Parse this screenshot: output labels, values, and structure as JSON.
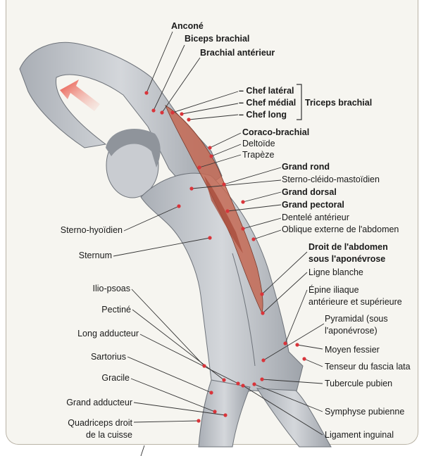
{
  "title_cut": "",
  "labels": {
    "ancone": "Anconé",
    "biceps": "Biceps brachial",
    "brachial_ant": "Brachial antérieur",
    "chef_lateral": "– Chef latéral",
    "chef_medial": "– Chef médial",
    "chef_long": "– Chef long",
    "triceps": "Triceps brachial",
    "coraco": "Coraco-brachial",
    "deltoide": "Deltoïde",
    "trapeze": "Trapèze",
    "grand_rond": "Grand rond",
    "sterno_cleido": "Sterno-cléido-mastoïdien",
    "grand_dorsal": "Grand dorsal",
    "grand_pectoral": "Grand pectoral",
    "dentele": "Dentelé antérieur",
    "oblique": "Oblique externe de l'abdomen",
    "droit_1": "Droit de l'abdomen",
    "droit_2": "sous l'aponévrose",
    "ligne_blanche": "Ligne blanche",
    "epine_1": "Épine iliaque",
    "epine_2": "antérieure et supérieure",
    "pyramidal_1": "Pyramidal (sous",
    "pyramidal_2": "l'aponévrose)",
    "moyen_fessier": "Moyen fessier",
    "tenseur": "Tenseur du fascia lata",
    "tubercule": "Tubercule pubien",
    "symphyse": "Symphyse pubienne",
    "ligament": "Ligament inguinal",
    "sterno_hyoidien": "Sterno-hyoïdien",
    "sternum": "Sternum",
    "ilio_psoas": "Ilio-psoas",
    "pectine": "Pectiné",
    "long_adducteur": "Long adducteur",
    "sartorius": "Sartorius",
    "gracile": "Gracile",
    "grand_adducteur": "Grand adducteur",
    "quadriceps_1": "Quadriceps droit",
    "quadriceps_2": "de la cuisse"
  },
  "colors": {
    "muscle_highlight": "#c46a55",
    "arrow": "#e8473a",
    "leader": "#333333",
    "marker": "#d9343a",
    "body": "#b8bcc2"
  },
  "icons": [
    "stretch-direction-arrow-icon"
  ]
}
